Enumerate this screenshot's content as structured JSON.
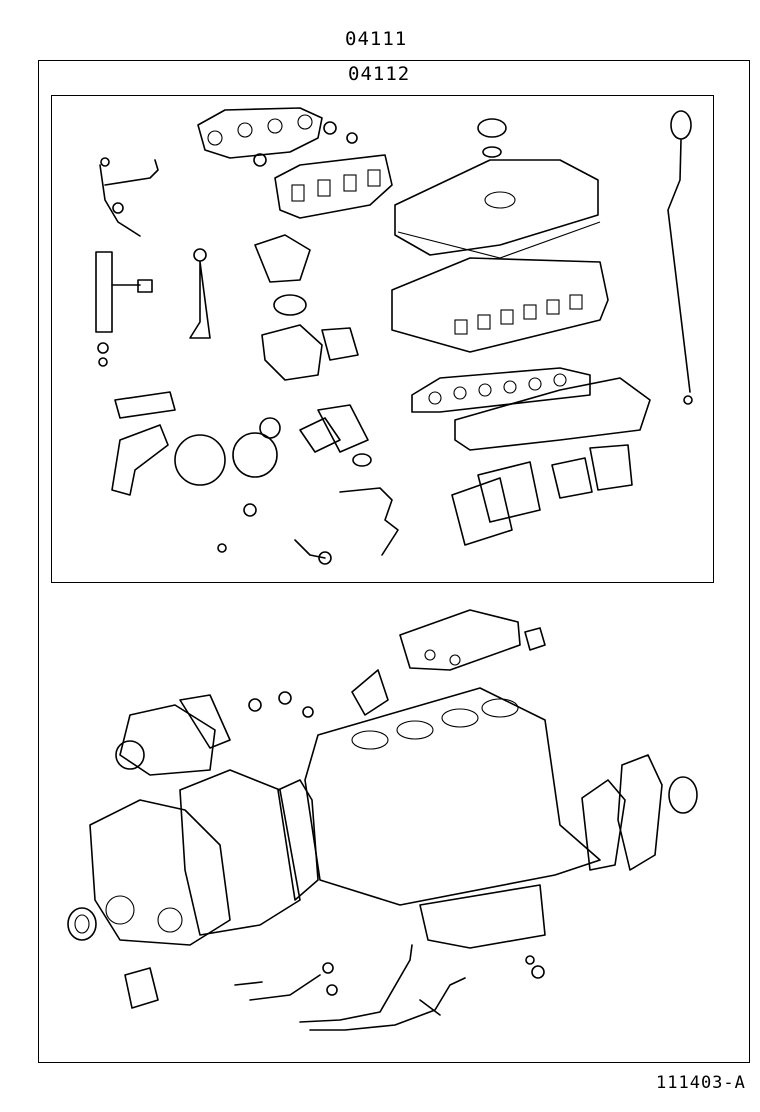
{
  "labels": {
    "kit_overhaul": "04111",
    "kit_head": "04112",
    "figure_ref": "111403-A"
  }
}
